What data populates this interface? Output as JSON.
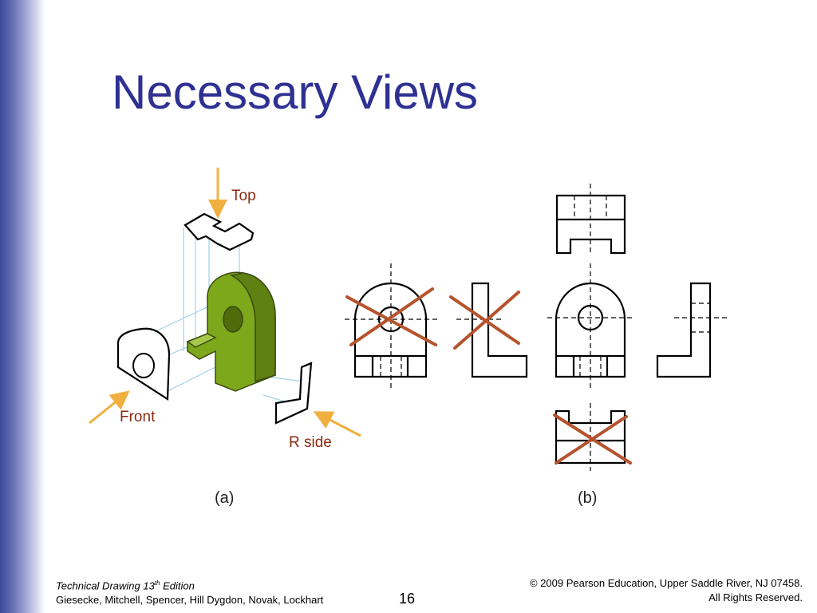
{
  "slide": {
    "title": "Necessary Views",
    "page_number": "16"
  },
  "figure": {
    "labels": {
      "top": "Top",
      "front": "Front",
      "r_side": "R side",
      "part_a": "(a)",
      "part_b": "(b)"
    },
    "colors": {
      "object_fill": "#7ea81c",
      "arrow": "#f0b040",
      "cross": "#b5532d",
      "projection_line": "#9fd2e8"
    }
  },
  "footer": {
    "book_title": "Technical Drawing  13",
    "edition_sup": "th",
    "edition_word": " Edition",
    "authors": "Giesecke, Mitchell, Spencer, Hill Dygdon, Novak, Lockhart",
    "copyright": "© 2009 Pearson Education, Upper Saddle River, NJ 07458.",
    "rights": "All Rights Reserved."
  }
}
